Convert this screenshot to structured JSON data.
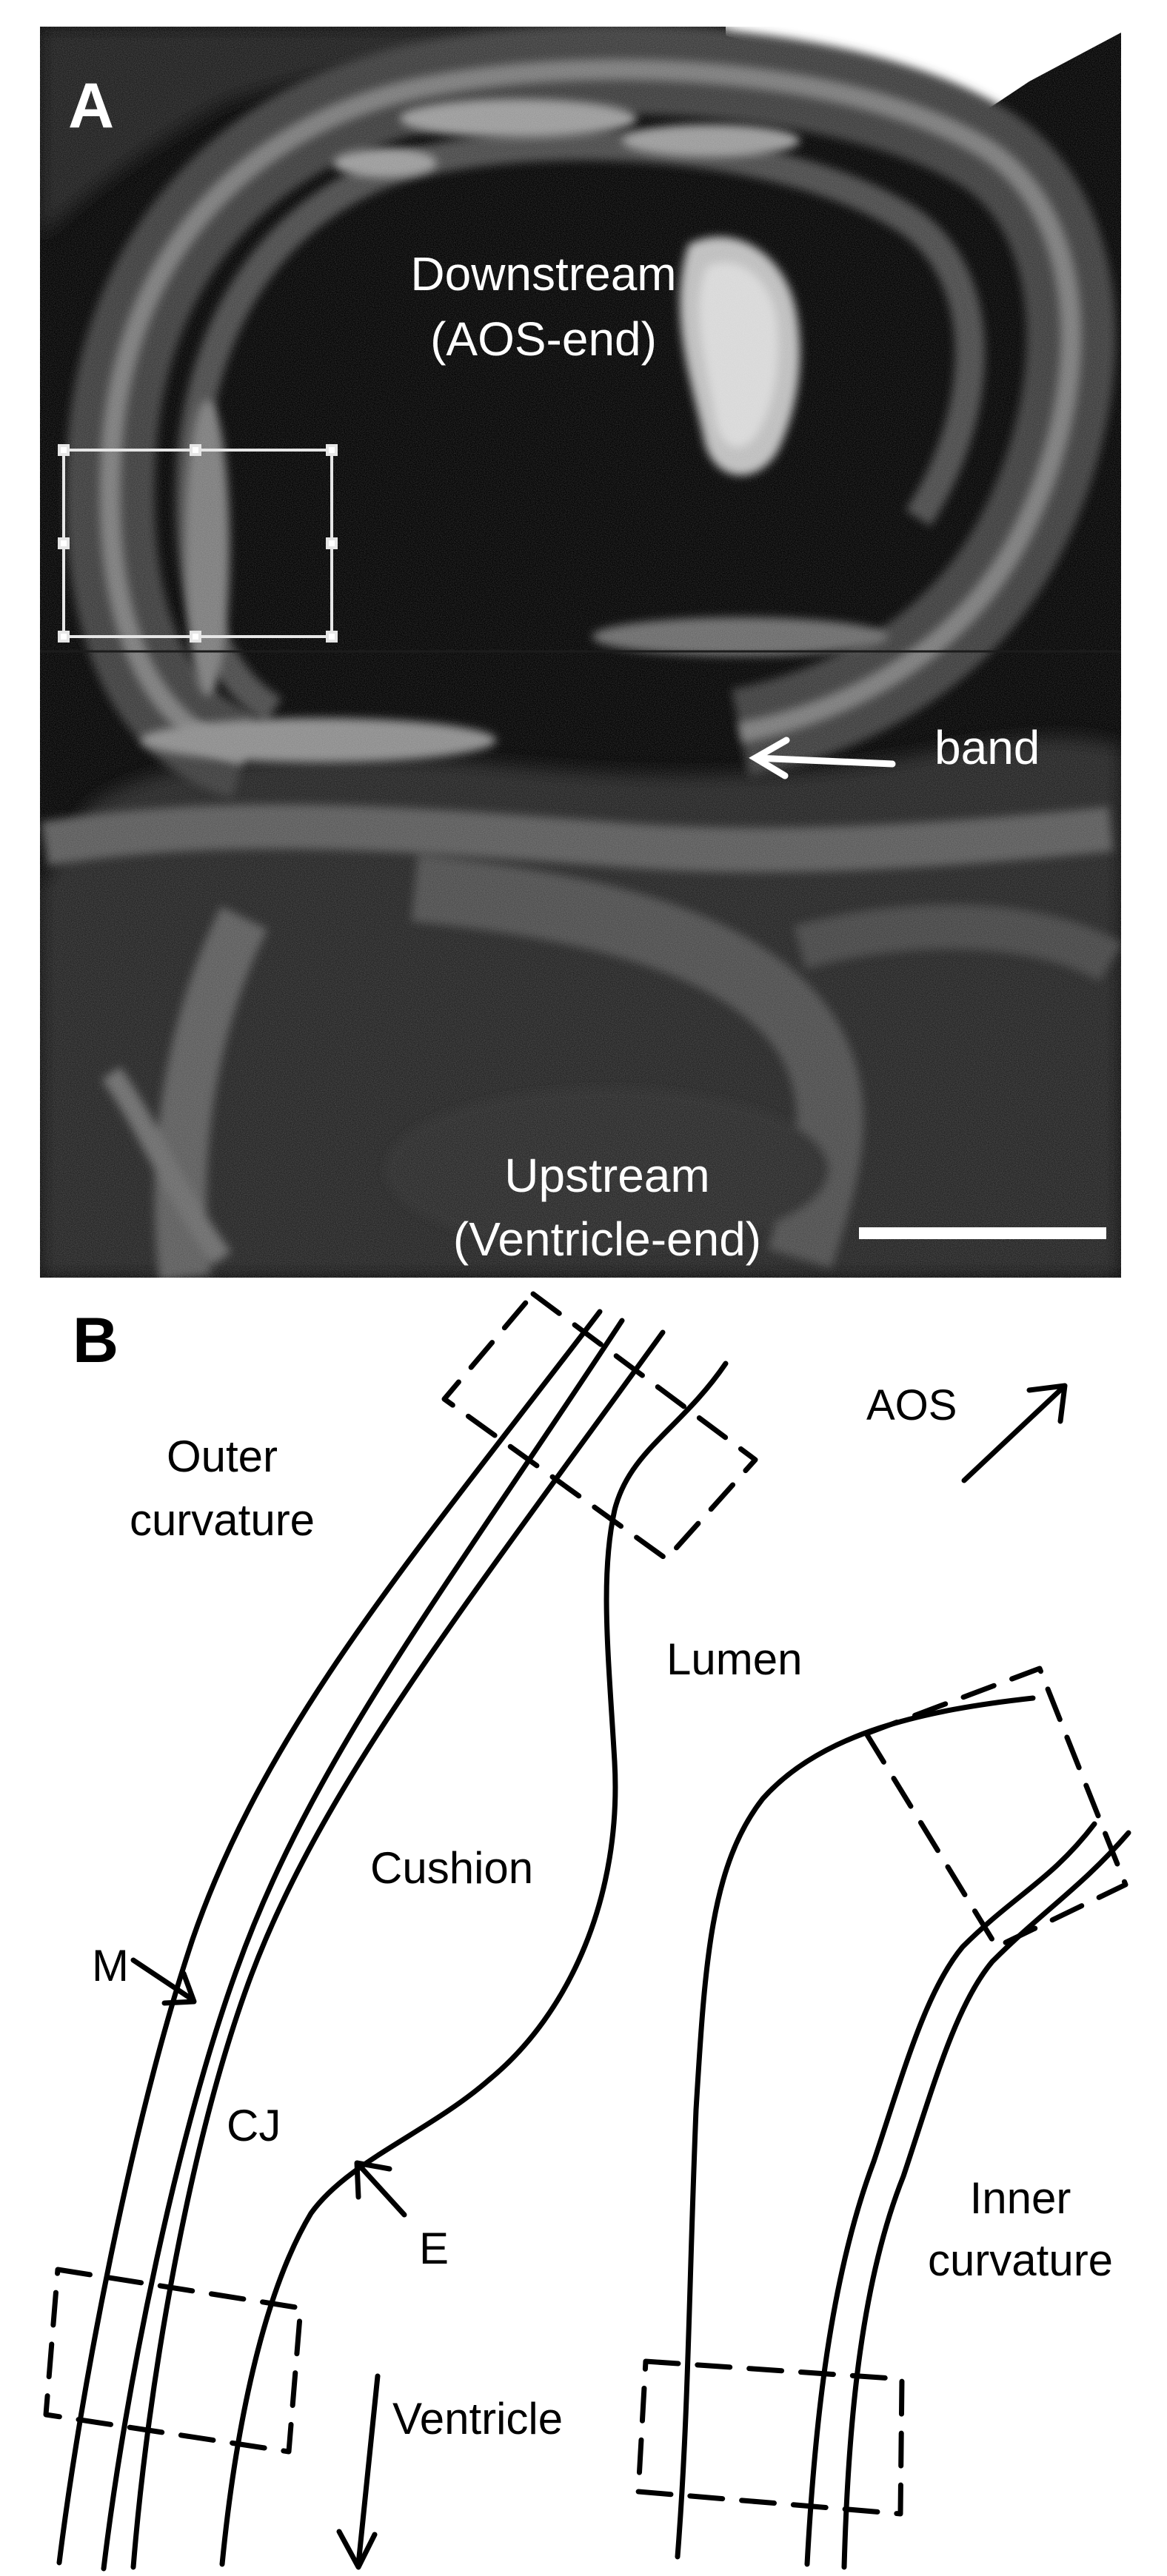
{
  "panel_a": {
    "letter": "A",
    "downstream_line1": "Downstream",
    "downstream_line2": "(AOS-end)",
    "band_label": "band",
    "upstream_line1": "Upstream",
    "upstream_line2": "(Ventricle-end)",
    "colors": {
      "background": "#030303",
      "tissue": "#8a8a8a",
      "text": "#ffffff"
    }
  },
  "panel_b": {
    "letter": "B",
    "outer_line1": "Outer",
    "outer_line2": "curvature",
    "aos_label": "AOS",
    "lumen_label": "Lumen",
    "cushion_label": "Cushion",
    "m_label": "M",
    "cj_label": "CJ",
    "e_label": "E",
    "ventricle_label": "Ventricle",
    "inner_line1": "Inner",
    "inner_line2": "curvature"
  }
}
